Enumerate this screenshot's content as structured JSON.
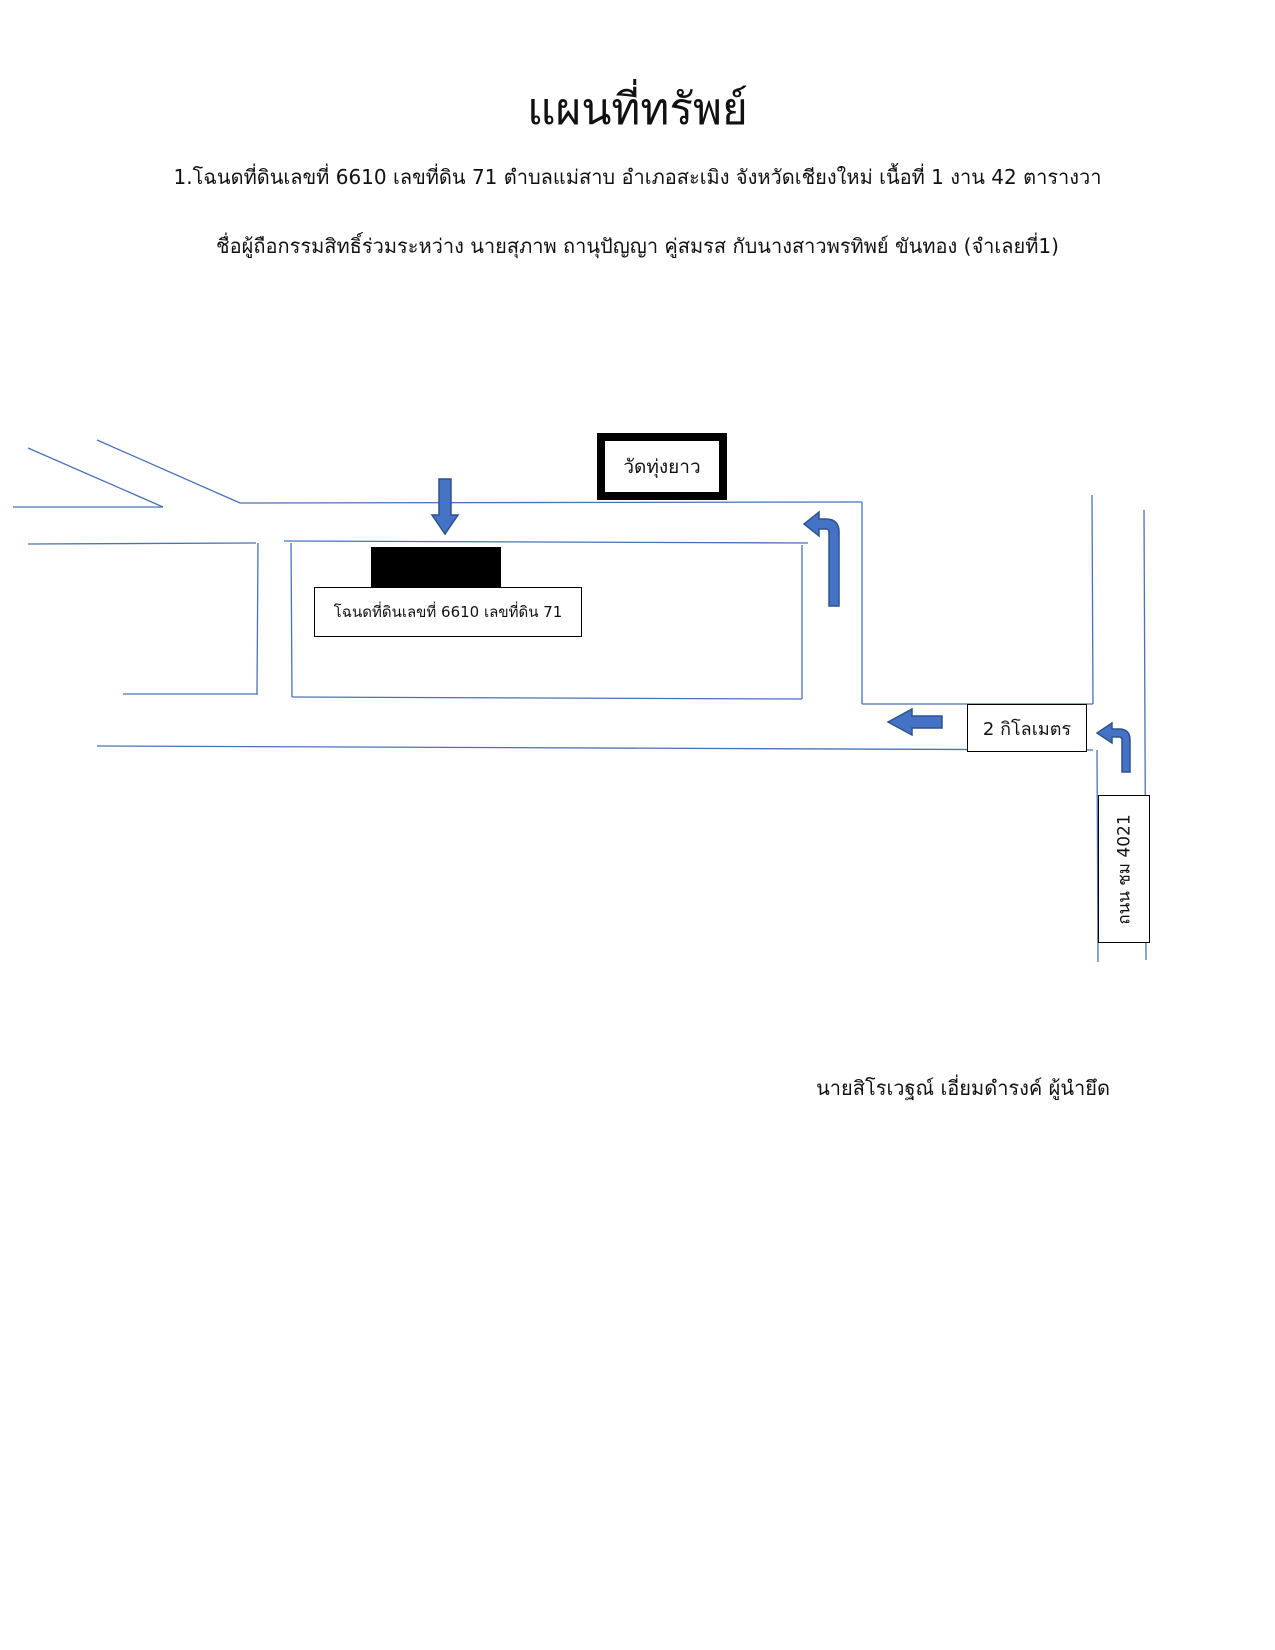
{
  "document": {
    "title": "แผนที่ทรัพย์",
    "line1": "1.โฉนดที่ดินเลขที่ 6610 เลขที่ดิน 71 ตำบลแม่สาบ อำเภอสะเมิง จังหวัดเชียงใหม่ เนื้อที่ 1 งาน 42 ตารางวา",
    "line2": "ชื่อผู้ถือกรรมสิทธิ์ร่วมระหว่าง นายสุภาพ ถานุปัญญา คู่สมรส กับนางสาวพรทิพย์ ขันทอง (จำเลยที่1)",
    "signature": "นายสิโรเวฐณ์ เอี่ยมดำรงค์ ผู้นำยึด"
  },
  "map": {
    "temple_label": "วัดทุ่งยาว",
    "deed_label": "โฉนดที่ดินเลขที่ 6610 เลขที่ดิน 71",
    "distance_label": "2 กิโลเมตร",
    "road_label": "ถนน ชม 4021"
  },
  "colors": {
    "road_line": "#4a72b8",
    "arrow_fill": "#4472c4",
    "arrow_stroke": "#2f528f",
    "ink": "#000000"
  },
  "icons": {
    "arrow_down": "arrow-down-icon",
    "arrow_left": "arrow-left-icon",
    "arrow_turn_left": "turn-left-arrow-icon"
  }
}
